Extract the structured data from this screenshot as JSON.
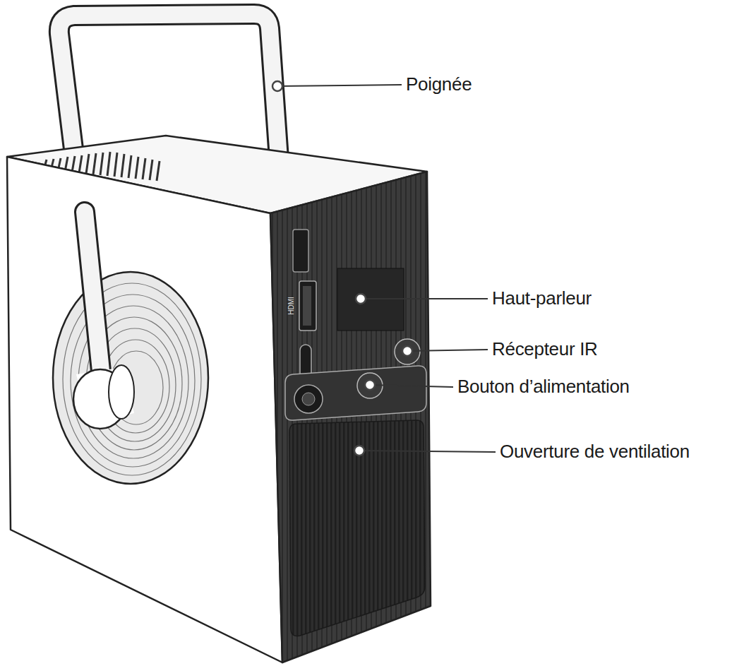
{
  "diagram": {
    "labels": [
      "Poignée",
      "HDMI",
      "Haut-parleur",
      "Récepteur IR",
      "Bouton d’alimentation",
      "Ouverture de ventilation"
    ]
  }
}
